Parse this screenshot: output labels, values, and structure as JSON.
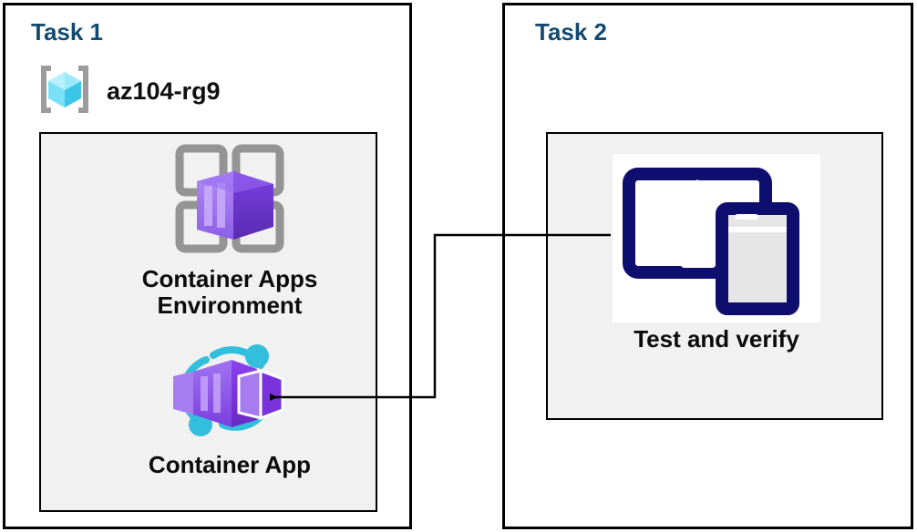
{
  "diagram": {
    "title_color": "#134A72",
    "panels": [
      {
        "id": "task1",
        "title": "Task 1",
        "resource_group": {
          "name": "az104-rg9",
          "icon": "azure-resource-group-icon"
        },
        "nodes": [
          {
            "id": "container-apps-environment",
            "label": "Container Apps\nEnvironment",
            "icon": "container-apps-environment-icon"
          },
          {
            "id": "container-app",
            "label": "Container App",
            "icon": "container-app-icon"
          }
        ]
      },
      {
        "id": "task2",
        "title": "Task 2",
        "nodes": [
          {
            "id": "test-and-verify",
            "label": "Test and verify",
            "icon": "devices-test-icon"
          }
        ]
      }
    ],
    "connector": {
      "from": "test-and-verify",
      "to": "container-app",
      "arrow_direction": "left",
      "color": "#000000"
    },
    "colors": {
      "panel_border": "#000000",
      "inner_fill": "#f1f1f1",
      "title": "#134A72",
      "label": "#0b0b0b",
      "purple_dark": "#6B2FCB",
      "purple_mid": "#8661E0",
      "purple_light": "#A67CF0",
      "gray_frame": "#949494",
      "cyan": "#32BEDD",
      "navy": "#0E0E6E",
      "cube_light": "#9BEEFB",
      "cube_mid": "#50D9F0",
      "cube_dark": "#34C3E0"
    }
  }
}
